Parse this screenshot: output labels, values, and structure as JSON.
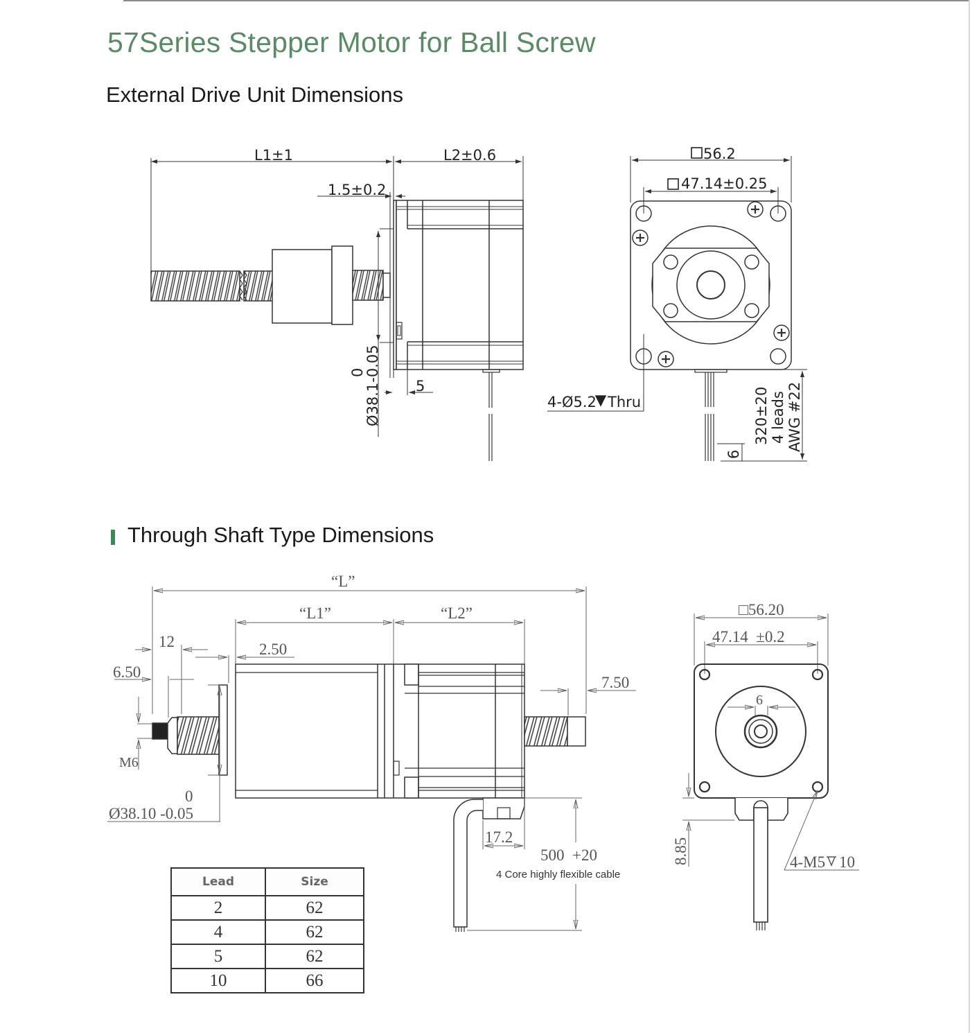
{
  "page": {
    "title": "57Series Stepper Motor for Ball Screw",
    "accent_color": "#5a8a66",
    "section_bar_color": "#3a8a55"
  },
  "external_drive": {
    "heading": "External Drive Unit Dimensions",
    "side_view": {
      "l1": "L1±1",
      "l2": "L2±0.6",
      "flange_thickness": "1.5±0.2",
      "boss_diameter_upper": "0",
      "boss_diameter": "Ø38.1-0.05",
      "boss_depth": "5"
    },
    "front_view": {
      "body_square": "56.2",
      "hole_pitch": "47.14±0.25",
      "mount_holes": "4-Ø5.2",
      "mount_holes_suffix": "Thru",
      "lead_length": "320±20",
      "lead_count": "4 leads",
      "lead_gauge": "AWG #22",
      "strip_length": "6"
    }
  },
  "through_shaft": {
    "heading": "Through Shaft Type Dimensions",
    "side_view": {
      "total_length": "“L”",
      "l1": "“L1”",
      "l2": "“L2”",
      "thread_length": "12",
      "end_length": "6.50",
      "boss_height": "2.50",
      "rear_nut_length": "7.50",
      "end_thread": "M6",
      "boss_diameter_upper": "0",
      "boss_diameter": "Ø38.10 -0.05",
      "connector_width": "17.2",
      "cable_length": "500  +20",
      "cable_note": "4 Core highly flexible cable"
    },
    "front_view": {
      "body_square": "□56.20",
      "hole_pitch": "47.14  ±0.2",
      "shaft_diameter": "6",
      "connector_offset": "8.85",
      "mount_threads": "4-M5",
      "mount_thread_depth": "10"
    },
    "lead_table": {
      "headers": [
        "Lead",
        "Size"
      ],
      "rows": [
        [
          "2",
          "62"
        ],
        [
          "4",
          "62"
        ],
        [
          "5",
          "62"
        ],
        [
          "10",
          "66"
        ]
      ]
    }
  }
}
